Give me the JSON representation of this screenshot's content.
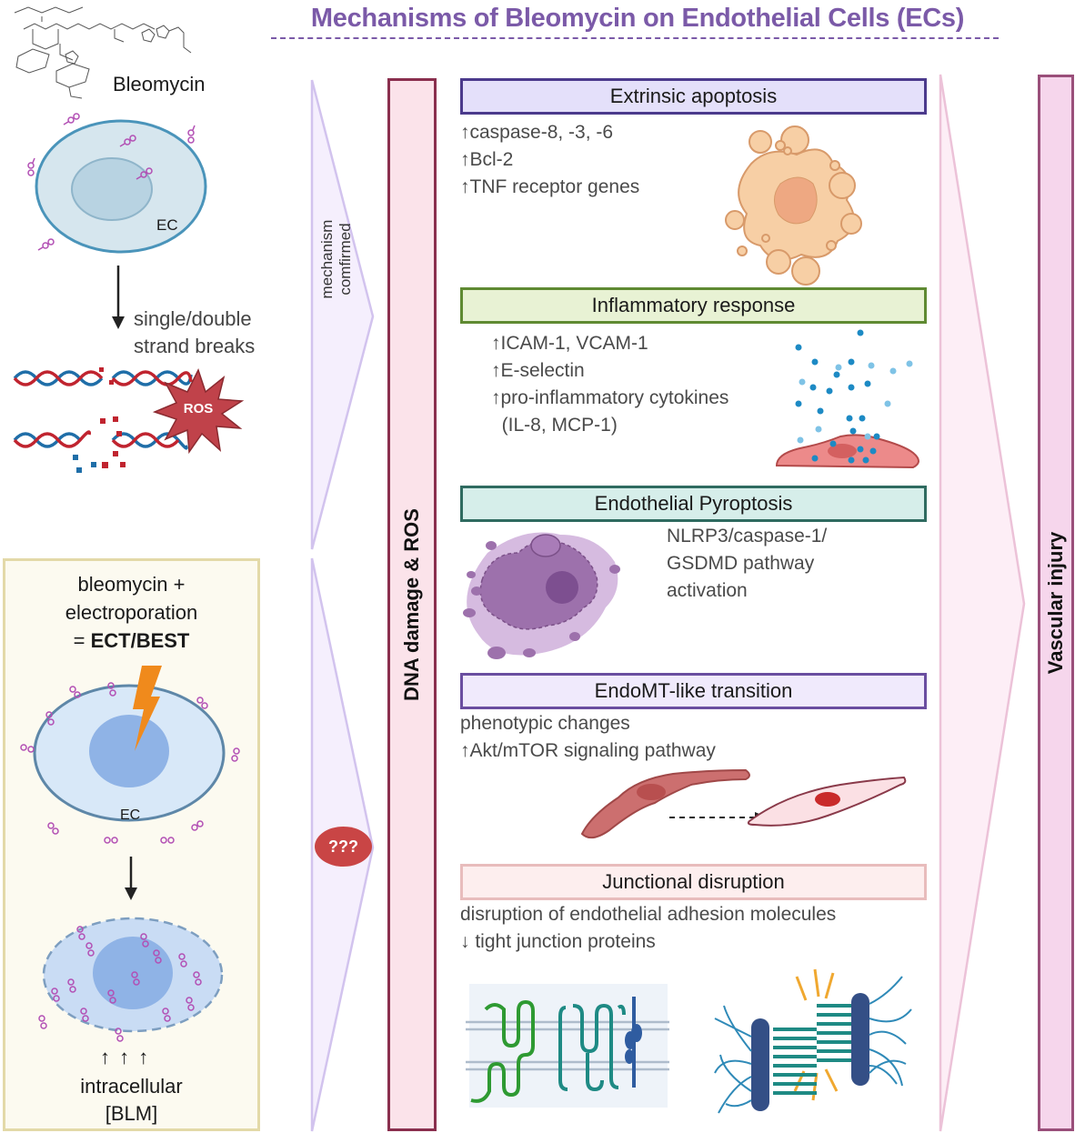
{
  "title": "Mechanisms of Bleomycin on Endothelial Cells (ECs)",
  "left_panel": {
    "drug_label": "Bleomycin",
    "cell_label": "EC",
    "arrow_caption_line1": "single/double",
    "arrow_caption_line2": "strand breaks",
    "ros_burst_label": "ROS"
  },
  "ect_panel": {
    "line1": "bleomycin +",
    "line2": "electroporation",
    "line3_prefix": "= ",
    "line3_bold": "ECT/BEST",
    "cell_label": "EC",
    "up_arrows": "↑ ↑ ↑",
    "result_line1": "intracellular",
    "result_line2": "[BLM]"
  },
  "middle_arrows": {
    "upper_label_line1": "mechanism",
    "upper_label_line2": "comfirmed",
    "lower_badge": "???"
  },
  "dna_bar": {
    "label": "DNA damage & ROS"
  },
  "mechanisms": [
    {
      "title": "Extrinsic apoptosis",
      "color_fill": "#e4e0fa",
      "color_border": "#4b3a8c",
      "lines": [
        "↑caspase-8, -3, -6",
        "↑Bcl-2",
        "↑TNF receptor genes"
      ]
    },
    {
      "title": "Inflammatory response",
      "color_fill": "#e8f2d4",
      "color_border": "#5f8a32",
      "lines": [
        "↑ICAM-1, VCAM-1",
        "↑E-selectin",
        "↑pro-inflammatory cytokines",
        "  (IL-8, MCP-1)"
      ]
    },
    {
      "title": "Endothelial Pyroptosis",
      "color_fill": "#d6eeea",
      "color_border": "#2f6b60",
      "lines": [
        "NLRP3/caspase-1/",
        "GSDMD pathway",
        "activation"
      ]
    },
    {
      "title": "EndoMT-like transition",
      "color_fill": "#f0eafc",
      "color_border": "#6a4ea0",
      "lines": [
        "phenotypic changes",
        "↑Akt/mTOR signaling pathway"
      ]
    },
    {
      "title": "Junctional disruption",
      "color_fill": "#fdeeee",
      "color_border": "#e8bcbc",
      "lines": [
        "disruption of endothelial adhesion molecules",
        "↓ tight junction proteins"
      ]
    }
  ],
  "outcome_bar": {
    "label": "Vascular injury"
  },
  "colors": {
    "title": "#7b5aa8",
    "dna_bar_fill": "#fbe3ea",
    "dna_bar_border": "#8a2f4e",
    "outcome_bar_fill": "#f6d6ec",
    "outcome_bar_border": "#9a4f7a",
    "chevron_fill": "#f5effd",
    "chevron_stroke": "#d2c3ee",
    "big_chevron_fill": "#fdeef6",
    "big_chevron_stroke": "#ecc2d8",
    "badge": "#c94545",
    "ect_box_fill": "#fcfaf0",
    "ect_box_border": "#e3d9a8"
  }
}
